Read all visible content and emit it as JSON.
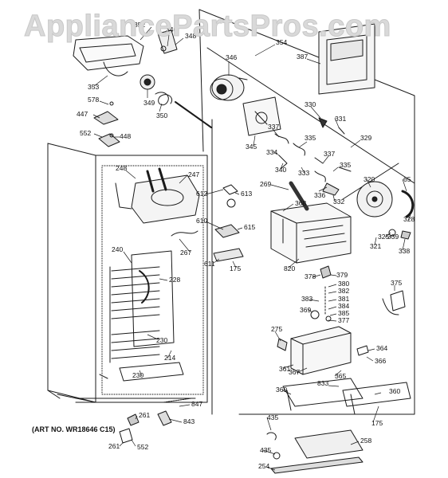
{
  "watermark": "AppliancePartsPros.com",
  "art_number": "(ART NO. WR18646 C15)",
  "part_labels": [
    {
      "id": "p352",
      "text": "352"
    },
    {
      "id": "p346a",
      "text": "346"
    },
    {
      "id": "p348",
      "text": "348"
    },
    {
      "id": "p346b",
      "text": "346"
    },
    {
      "id": "p354",
      "text": "354"
    },
    {
      "id": "p387",
      "text": "387"
    },
    {
      "id": "p353",
      "text": "353"
    },
    {
      "id": "p349",
      "text": "349"
    },
    {
      "id": "p578",
      "text": "578"
    },
    {
      "id": "p350",
      "text": "350"
    },
    {
      "id": "p447",
      "text": "447"
    },
    {
      "id": "p330",
      "text": "330"
    },
    {
      "id": "p331",
      "text": "331"
    },
    {
      "id": "p552a",
      "text": "552"
    },
    {
      "id": "p448",
      "text": "448"
    },
    {
      "id": "p337a",
      "text": "337"
    },
    {
      "id": "p345",
      "text": "345"
    },
    {
      "id": "p334",
      "text": "334"
    },
    {
      "id": "p335a",
      "text": "335"
    },
    {
      "id": "p329",
      "text": "329"
    },
    {
      "id": "p340",
      "text": "340"
    },
    {
      "id": "p333",
      "text": "333"
    },
    {
      "id": "p337b",
      "text": "337"
    },
    {
      "id": "p335b",
      "text": "335"
    },
    {
      "id": "p248",
      "text": "248"
    },
    {
      "id": "p247",
      "text": "247"
    },
    {
      "id": "p320",
      "text": "320"
    },
    {
      "id": "p65",
      "text": "65"
    },
    {
      "id": "p269",
      "text": "269"
    },
    {
      "id": "p336",
      "text": "336"
    },
    {
      "id": "p332",
      "text": "332"
    },
    {
      "id": "p612",
      "text": "612"
    },
    {
      "id": "p613",
      "text": "613"
    },
    {
      "id": "p368",
      "text": "368"
    },
    {
      "id": "p328",
      "text": "328"
    },
    {
      "id": "p610",
      "text": "610"
    },
    {
      "id": "p615",
      "text": "615"
    },
    {
      "id": "p325",
      "text": "325"
    },
    {
      "id": "p339",
      "text": "339"
    },
    {
      "id": "p321",
      "text": "321"
    },
    {
      "id": "p338",
      "text": "338"
    },
    {
      "id": "p240",
      "text": "240"
    },
    {
      "id": "p267",
      "text": "267"
    },
    {
      "id": "p611",
      "text": "611"
    },
    {
      "id": "p175a",
      "text": "175"
    },
    {
      "id": "p820",
      "text": "820"
    },
    {
      "id": "p379",
      "text": "379"
    },
    {
      "id": "p228",
      "text": "228"
    },
    {
      "id": "p378",
      "text": "378"
    },
    {
      "id": "p380",
      "text": "380"
    },
    {
      "id": "p375",
      "text": "375"
    },
    {
      "id": "p382",
      "text": "382"
    },
    {
      "id": "p383",
      "text": "383"
    },
    {
      "id": "p381",
      "text": "381"
    },
    {
      "id": "p384",
      "text": "384"
    },
    {
      "id": "p369",
      "text": "369"
    },
    {
      "id": "p385",
      "text": "385"
    },
    {
      "id": "p377",
      "text": "377"
    },
    {
      "id": "p275",
      "text": "275"
    },
    {
      "id": "p230a",
      "text": "230"
    },
    {
      "id": "p214",
      "text": "214"
    },
    {
      "id": "p364",
      "text": "364"
    },
    {
      "id": "p366",
      "text": "366"
    },
    {
      "id": "p230b",
      "text": "230"
    },
    {
      "id": "p361",
      "text": "361"
    },
    {
      "id": "p367",
      "text": "367"
    },
    {
      "id": "p365",
      "text": "365"
    },
    {
      "id": "p833",
      "text": "833"
    },
    {
      "id": "p360a",
      "text": "360"
    },
    {
      "id": "p360b",
      "text": "360"
    },
    {
      "id": "p847",
      "text": "847"
    },
    {
      "id": "p261a",
      "text": "261"
    },
    {
      "id": "p843",
      "text": "843"
    },
    {
      "id": "p435a",
      "text": "435"
    },
    {
      "id": "p175b",
      "text": "175"
    },
    {
      "id": "p261b",
      "text": "261"
    },
    {
      "id": "p552b",
      "text": "552"
    },
    {
      "id": "p258",
      "text": "258"
    },
    {
      "id": "p435b",
      "text": "435"
    },
    {
      "id": "p254",
      "text": "254"
    }
  ]
}
